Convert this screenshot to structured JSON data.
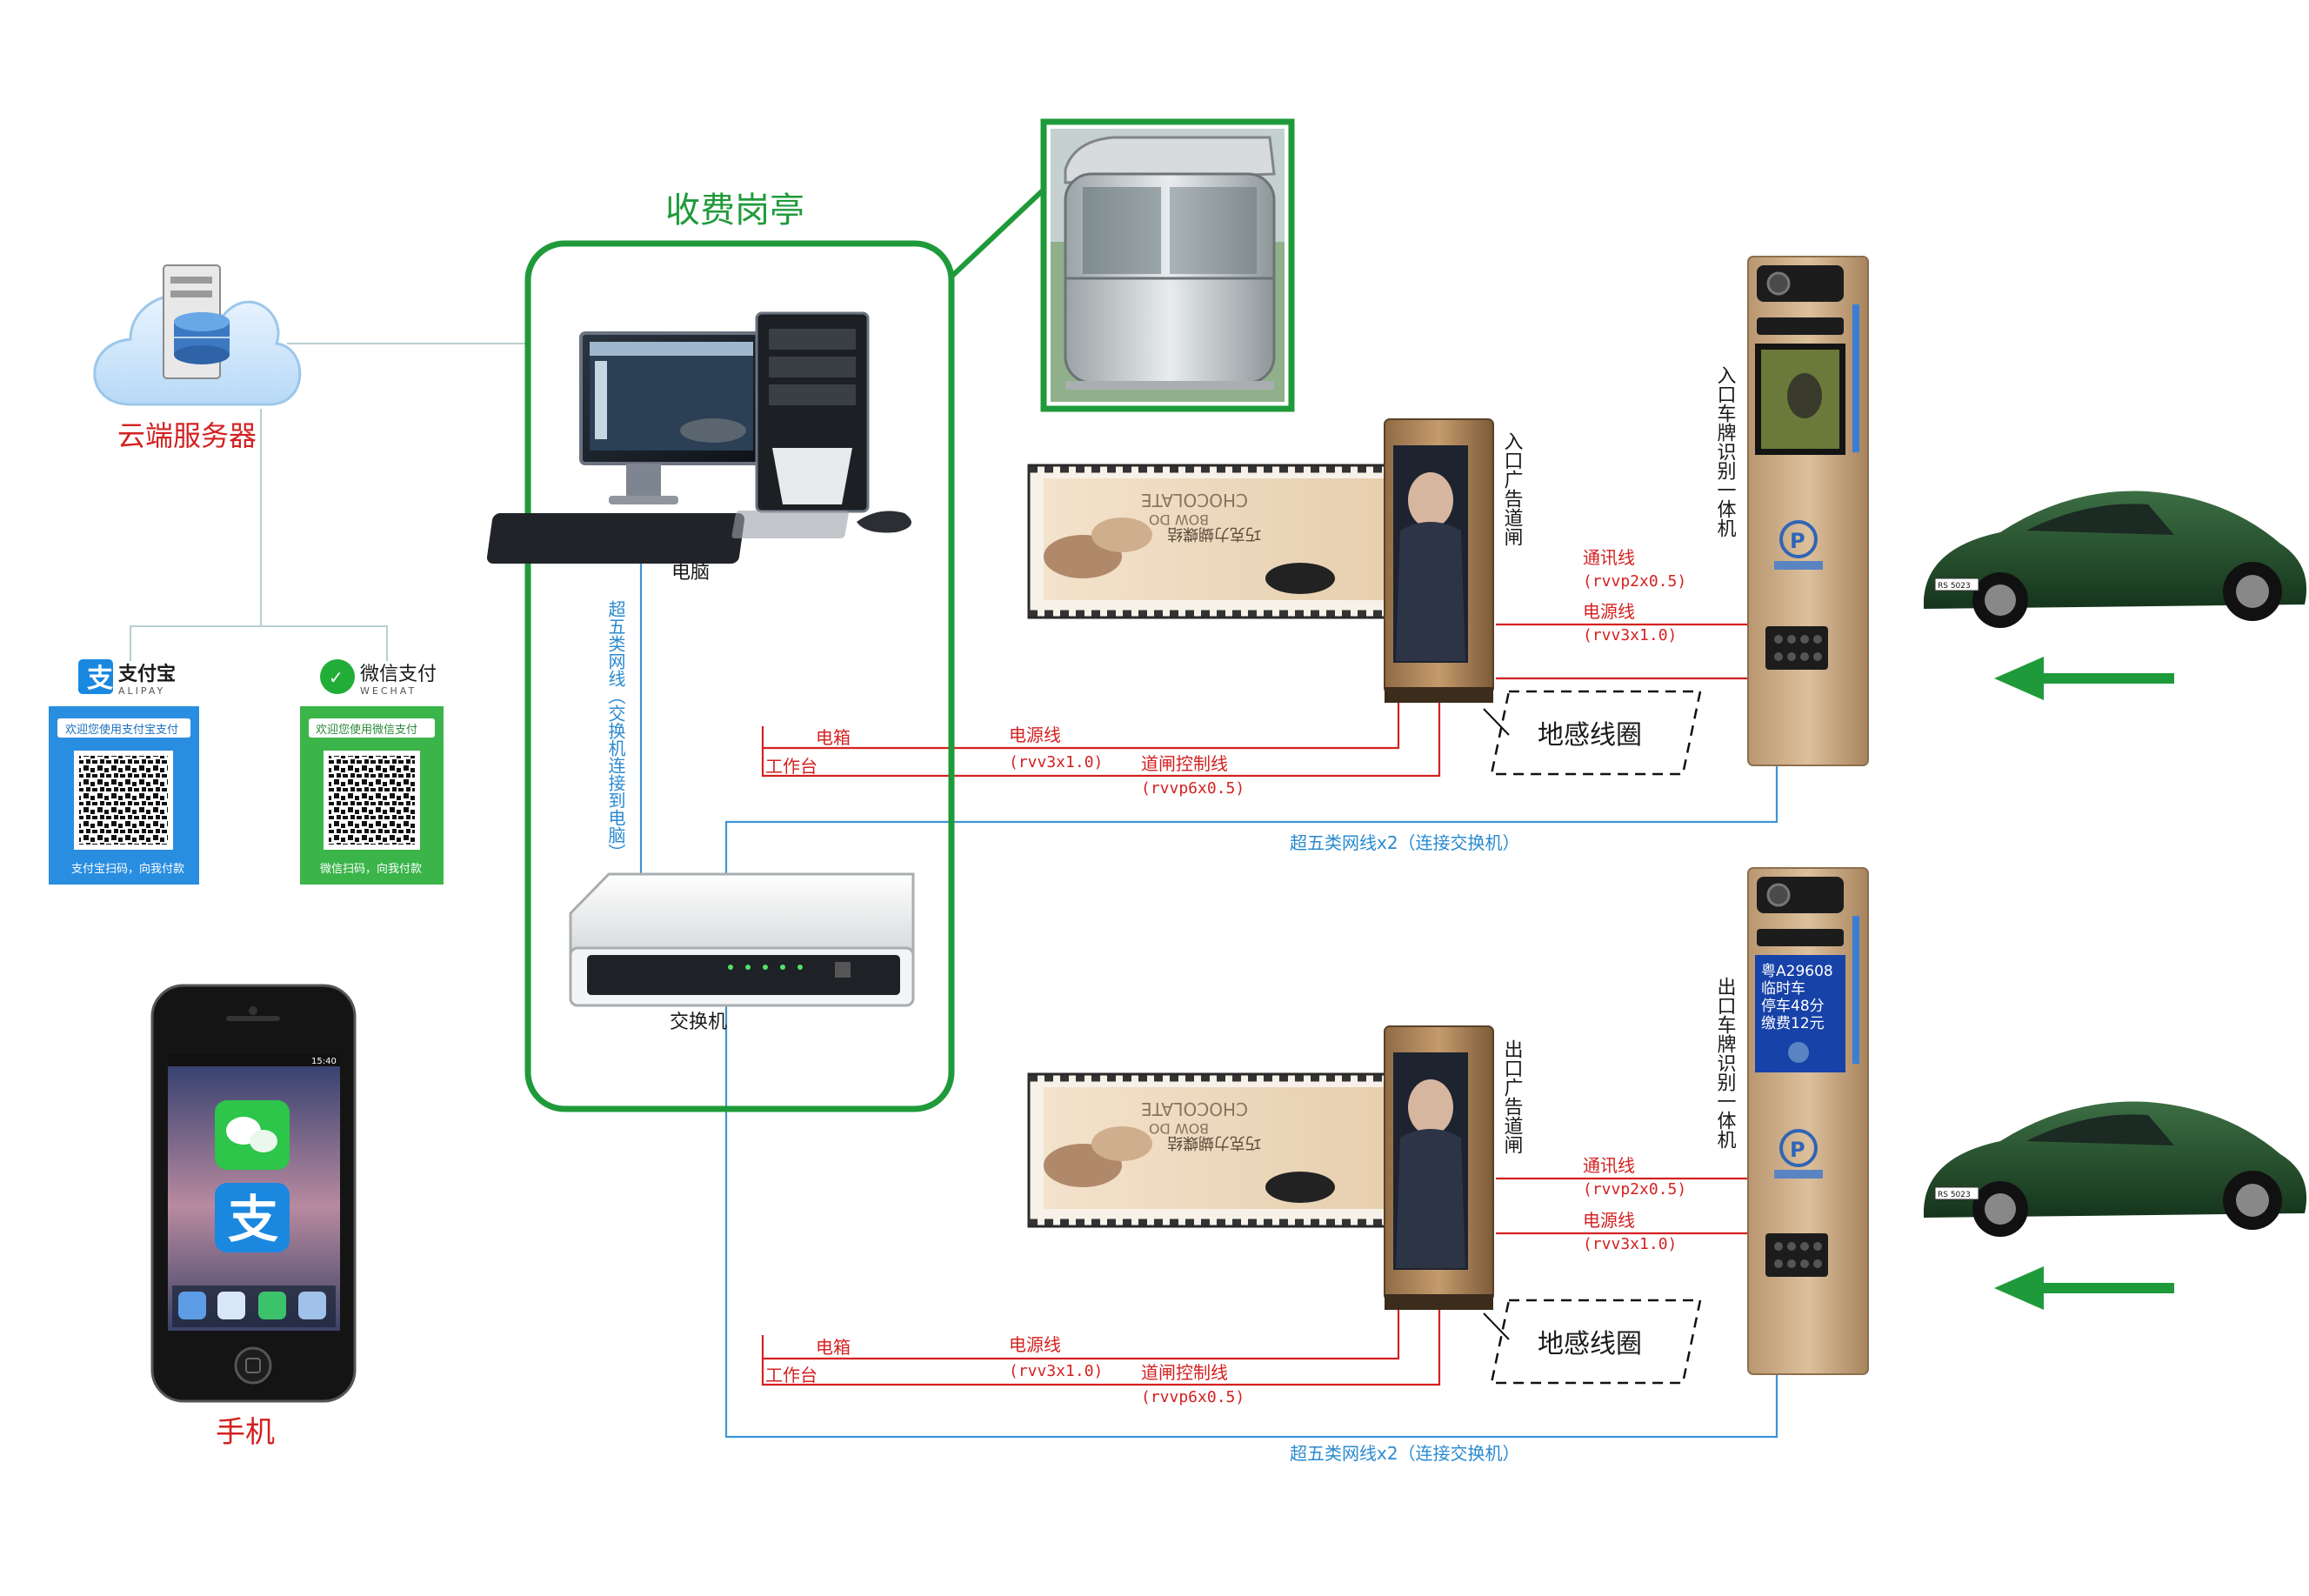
{
  "labels": {
    "cloud_server": "云端服务器",
    "toll_booth": "收费岗亭",
    "computer": "电脑",
    "switch": "交换机",
    "phone": "手机",
    "cat5e_to_pc": "超五类网线（交换机连接到电脑）",
    "loop_detector": "地感线圈"
  },
  "payment": {
    "alipay": {
      "brand": "支付宝",
      "brand_en": "ALIPAY",
      "header": "欢迎您使用支付宝支付",
      "footer": "支付宝扫码，向我付款"
    },
    "wechat": {
      "brand": "微信支付",
      "brand_en": "WECHAT",
      "header": "欢迎您使用微信支付",
      "footer": "微信扫码，向我付款"
    }
  },
  "lanes": [
    {
      "gate_label": "入口广告道闸",
      "lpr_label": "入口车牌识别一体机",
      "comm_line": "通讯线",
      "comm_spec": "(rvvp2x0.5)",
      "power_line_lpr": "电源线",
      "power_spec_lpr": "(rvv3x1.0)",
      "elec_box": "电箱",
      "workstation": "工作台",
      "power_line": "电源线",
      "power_spec": "(rvv3x1.0)",
      "gate_ctrl": "道闸控制线",
      "gate_ctrl_spec": "(rvvp6x0.5)",
      "cat5e": "超五类网线x2（连接交换机）",
      "loop": "地感线圈"
    },
    {
      "gate_label": "出口广告道闸",
      "lpr_label": "出口车牌识别一体机",
      "comm_line": "通讯线",
      "comm_spec": "(rvvp2x0.5)",
      "power_line_lpr": "电源线",
      "power_spec_lpr": "(rvv3x1.0)",
      "elec_box": "电箱",
      "workstation": "工作台",
      "power_line": "电源线",
      "power_spec": "(rvv3x1.0)",
      "gate_ctrl": "道闸控制线",
      "gate_ctrl_spec": "(rvvp6x0.5)",
      "cat5e": "超五类网线x2（连接交换机）",
      "loop": "地感线圈",
      "display_lines": [
        "粤A29608",
        "临时车",
        "停车48分",
        "缴费12元"
      ]
    }
  ],
  "ad_banner": {
    "brand": "CHOCOLATE",
    "sub": "BOW DO",
    "slogan": "巧克力蝴蝶结"
  },
  "car_plate": "RS 5023",
  "phone_time": "15:40",
  "colors": {
    "power_wire": "#d42121",
    "network_wire": "#3b95d8",
    "booth_border": "#1f9a3a",
    "direction_arrow": "#1f9a3a",
    "car_body": "#1f4a2a",
    "lpr_body": "#cbaa88"
  }
}
